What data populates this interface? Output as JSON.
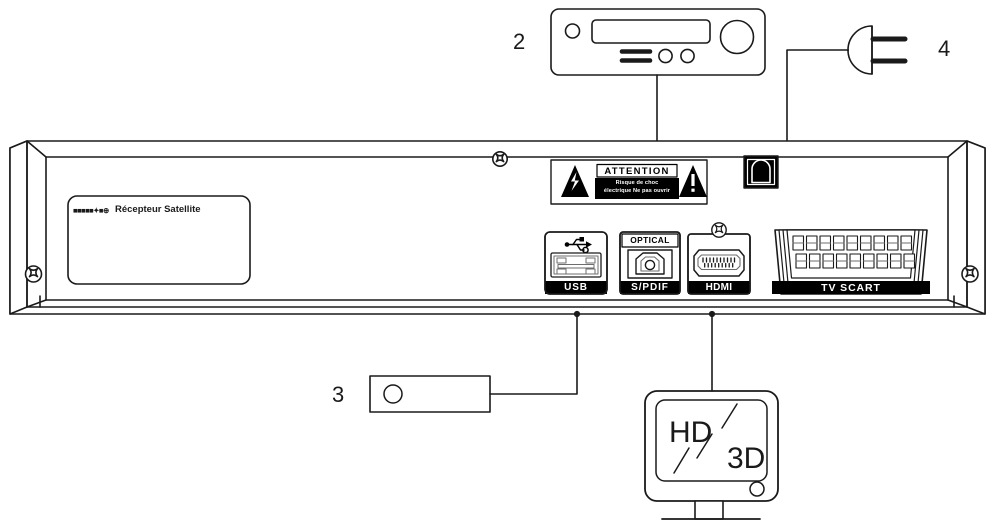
{
  "diagram": {
    "title": "Satellite receiver rear panel connection diagram",
    "colors": {
      "line": "#1a1a1a",
      "fill_dark": "#000000",
      "background": "#ffffff",
      "panel": "#ffffff"
    }
  },
  "callouts": [
    {
      "number": "2",
      "target": "front-panel-unit"
    },
    {
      "number": "3",
      "target": "usb-flash-drive"
    },
    {
      "number": "4",
      "target": "power-plug"
    }
  ],
  "receiver": {
    "brand_logo": "brand-wordmark-logo",
    "brand_text": "Récepteur Satellite",
    "warning_label": {
      "title": "ATTENTION",
      "line1": "Risque de choc",
      "line2": "électrique Ne pas ouvrir",
      "left_icon": "lightning-bolt-triangle-icon",
      "right_icon": "exclamation-triangle-icon"
    },
    "power_inlet": "ac-power-inlet-socket",
    "screws": [
      "screw-top-center",
      "screw-left-side",
      "screw-right-side",
      "screw-hdmi-top"
    ],
    "ports": [
      {
        "id": "usb",
        "label": "USB",
        "sublabel": "",
        "icon": "usb-trident-icon"
      },
      {
        "id": "spdif",
        "label": "S/PDIF",
        "sublabel": "OPTICAL",
        "icon": "optical-toslink-icon"
      },
      {
        "id": "hdmi",
        "label": "HDMI",
        "sublabel": "",
        "icon": "hdmi-connector-icon"
      },
      {
        "id": "scart",
        "label": "TV SCART",
        "sublabel": "",
        "icon": "scart-connector-icon"
      }
    ]
  },
  "devices": {
    "front_panel": {
      "name": "front-panel-display-unit",
      "elements": [
        "indicator-led",
        "display-window",
        "rocker-bars",
        "button-a",
        "button-b",
        "rotary-knob"
      ]
    },
    "usb_drive": {
      "name": "usb-flash-drive",
      "elements": [
        "drive-led-circle"
      ]
    },
    "power_plug": {
      "name": "ac-power-plug",
      "elements": [
        "plug-body",
        "plug-pin-top",
        "plug-pin-bottom",
        "plug-cable"
      ]
    },
    "television": {
      "name": "hd-3d-television",
      "text_left": "HD",
      "text_right": "3D",
      "elements": [
        "tv-bezel",
        "tv-screen",
        "tv-indicator-led",
        "tv-stand-neck",
        "tv-stand-base",
        "screen-glare-1",
        "screen-glare-2",
        "screen-glare-3"
      ]
    }
  }
}
